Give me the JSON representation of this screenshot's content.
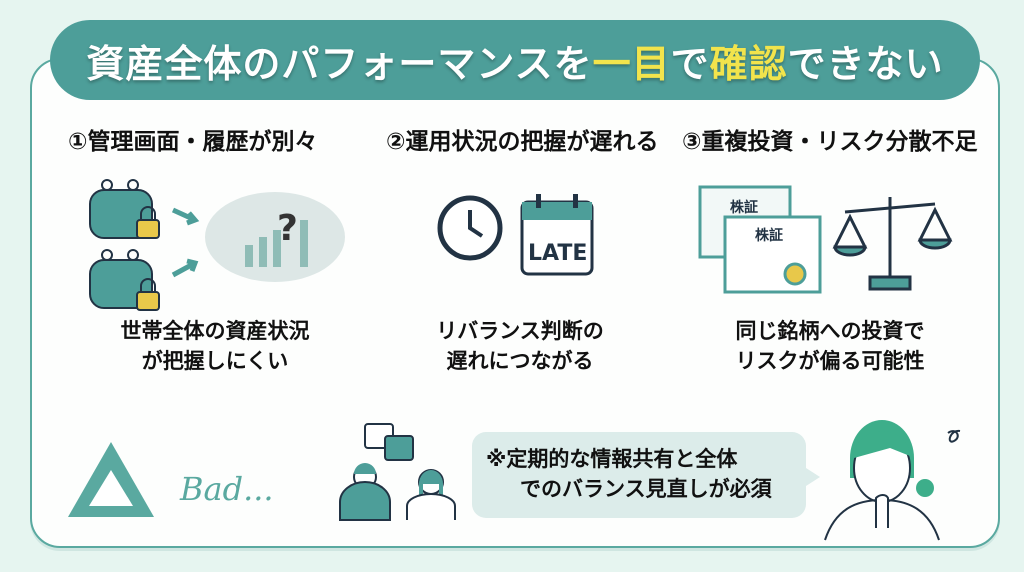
{
  "title": {
    "prefix": "資産全体のパフォーマンスを",
    "highlight1": "一目",
    "mid": "で",
    "highlight2": "確認",
    "suffix": "できない"
  },
  "sections": [
    {
      "heading": "①管理画面・履歴が別々",
      "caption_line1": "世帯全体の資産状況",
      "caption_line2": "が把握しにくい"
    },
    {
      "heading": "②運用状況の把握が遅れる",
      "caption_line1": "リバランス判断の",
      "caption_line2": "遅れにつながる",
      "calendar_label": "LATE"
    },
    {
      "heading": "③重複投資・リスク分散不足",
      "caption_line1": "同じ銘柄への投資で",
      "caption_line2": "リスクが偏る可能性",
      "certificate_label": "株証"
    }
  ],
  "bottom": {
    "symbol": "△",
    "bad_label": "Bad...",
    "note_line1": "※定期的な情報共有と全体",
    "note_line2": "でのバランス見直しが必須"
  },
  "colors": {
    "teal": "#4d9e99",
    "highlight": "#f2e44c",
    "background": "#e6f5f0"
  }
}
